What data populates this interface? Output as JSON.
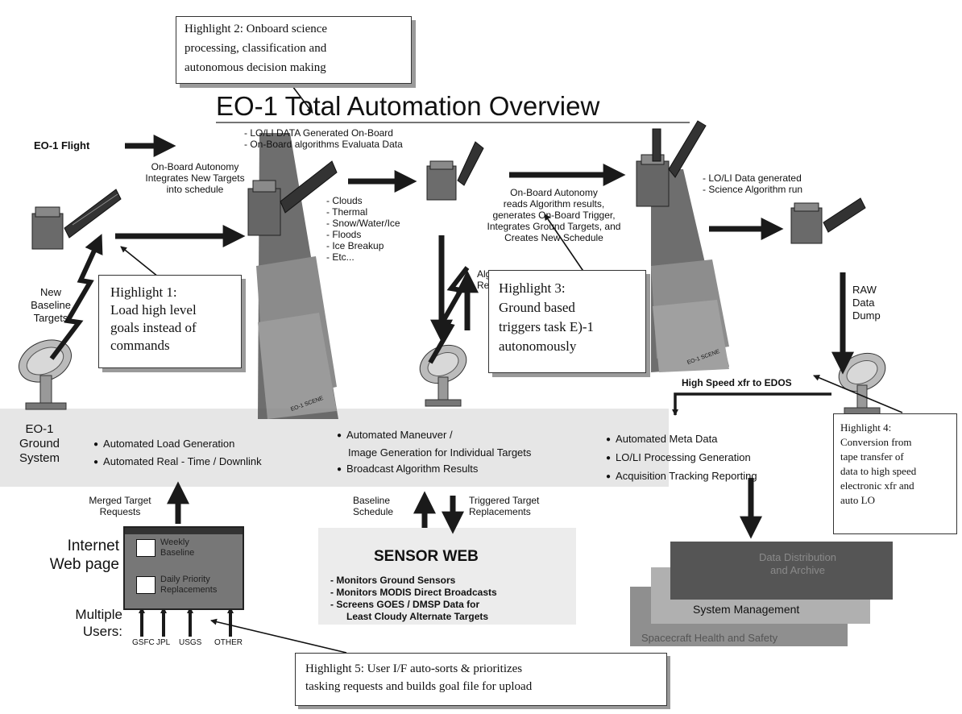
{
  "title": "EO-1 Total Automation Overview",
  "flight_label": "EO-1 Flight",
  "onboard_generated": [
    "- LO/LI DATA Generated On-Board",
    "- On-Board algorithms Evaluata Data"
  ],
  "integrates_targets": [
    "On-Board Autonomy",
    "Integrates New Targets",
    "into schedule"
  ],
  "event_types": [
    "- Clouds",
    "- Thermal",
    "- Snow/Water/Ice",
    "- Floods",
    "- Ice Breakup",
    "- Etc..."
  ],
  "reads_results": [
    "On-Board Autonomy",
    "reads Algorithm results,",
    "generates On-Board Trigger,",
    "Integrates Ground Targets, and",
    "Creates New Schedule"
  ],
  "data_generated": [
    "- LO/LI Data generated",
    "- Science Algorithm run"
  ],
  "new_baseline_targets": [
    "New",
    "Baseline",
    "Targets"
  ],
  "algorithm_results": [
    "Algorithm",
    "Results"
  ],
  "raw_data_dump": [
    "RAW",
    "Data",
    "Dump"
  ],
  "high_speed_xfr": "High Speed xfr to EDOS",
  "satellite_label": "EO-1 SCENE",
  "ground_system_label": [
    "EO-1",
    "Ground",
    "System"
  ],
  "ground_bullets": [
    "Automated Load Generation",
    "Automated Real - Time / Downlink"
  ],
  "maneuver_bullets": [
    "Automated Maneuver /",
    "Image Generation for Individual Targets",
    "Broadcast Algorithm Results"
  ],
  "meta_bullets": [
    "Automated Meta Data",
    "LO/LI Processing Generation",
    "Acquisition Tracking Reporting"
  ],
  "merged_target_requests": [
    "Merged Target",
    "Requests"
  ],
  "internet_web_page": [
    "Internet",
    "Web page"
  ],
  "multiple_users": [
    "Multiple",
    "Users:"
  ],
  "web_page_items": {
    "weekly": [
      "Weekly",
      "Baseline"
    ],
    "daily": [
      "Daily Priority",
      "Replacements"
    ]
  },
  "users": [
    "GSFC",
    "JPL",
    "USGS",
    "OTHER"
  ],
  "baseline_schedule": [
    "Baseline",
    "Schedule"
  ],
  "triggered_replacements": [
    "Triggered Target",
    "Replacements"
  ],
  "sensor_web": {
    "title": "SENSOR WEB",
    "items": [
      "- Monitors Ground Sensors",
      "- Monitors MODIS Direct Broadcasts",
      "- Screens GOES / DMSP Data for",
      "Least Cloudy Alternate Targets"
    ]
  },
  "stack_layers": [
    "Data Distribution",
    "and Archive",
    "System Management",
    "Spacecraft Health and Safety"
  ],
  "highlights": {
    "h1": [
      "Highlight 1:",
      "Load high level",
      "goals instead of",
      "commands"
    ],
    "h2": [
      "Highlight 2: Onboard science",
      "processing, classification and",
      "autonomous decision making"
    ],
    "h3": [
      "Highlight 3:",
      "Ground based",
      "triggers task E)-1",
      "autonomously"
    ],
    "h4": [
      "Highlight 4:",
      "Conversion from",
      "tape transfer of",
      "data to high speed",
      "electronic xfr and",
      "auto LO"
    ],
    "h5": [
      "Highlight 5: User I/F auto-sorts & prioritizes",
      "tasking requests and builds goal file for upload"
    ]
  },
  "colors": {
    "band": "#e6e6e6",
    "stack_dark": "#555555",
    "stack_mid": "#8f8f8f",
    "stack_light": "#b0b0b0"
  }
}
